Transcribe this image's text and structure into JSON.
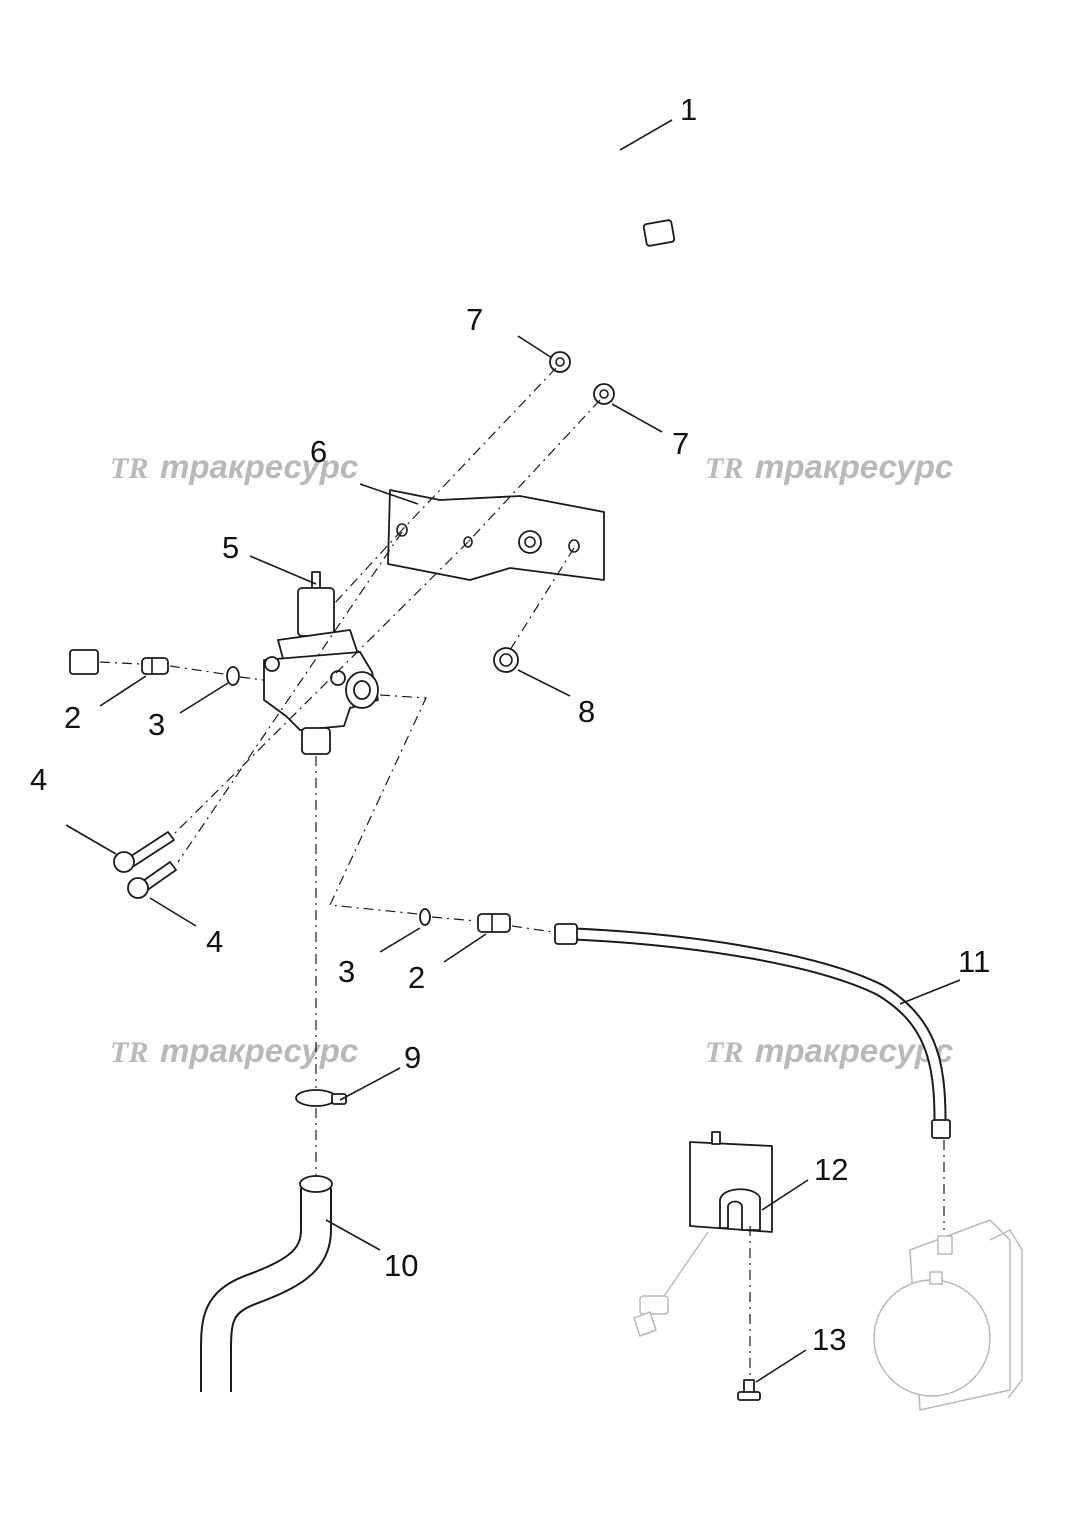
{
  "callouts": {
    "c1": "1",
    "c2a": "2",
    "c2b": "2",
    "c3a": "3",
    "c3b": "3",
    "c4a": "4",
    "c4b": "4",
    "c5": "5",
    "c6": "6",
    "c7a": "7",
    "c7b": "7",
    "c8": "8",
    "c9": "9",
    "c10": "10",
    "c11": "11",
    "c12": "12",
    "c13": "13"
  },
  "watermark": {
    "logo": "TR",
    "text": "тракресурс"
  },
  "colors": {
    "line": "#1a1a1a",
    "ghost": "#b8b8b8",
    "watermark": "#b9b9b9"
  }
}
